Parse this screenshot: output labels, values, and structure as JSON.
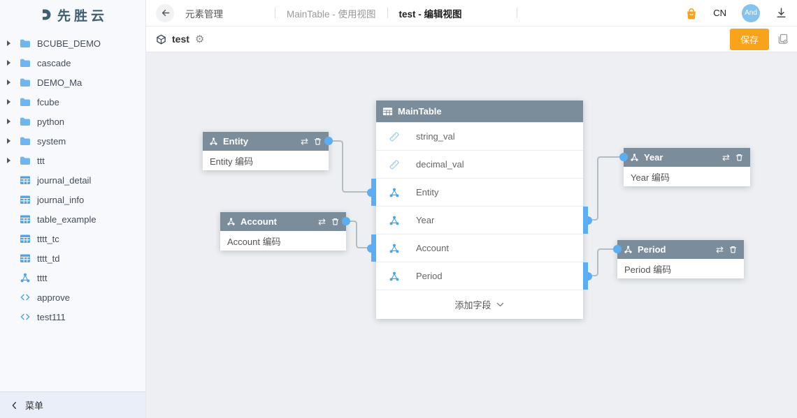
{
  "app": {
    "logo_text": "先胜云",
    "menu_collapse_label": "菜单"
  },
  "sidebar": {
    "items": [
      {
        "label": "BCUBE_DEMO",
        "icon": "folder-icon",
        "expandable": true
      },
      {
        "label": "cascade",
        "icon": "folder-icon",
        "expandable": true
      },
      {
        "label": "DEMO_Ma",
        "icon": "folder-icon",
        "expandable": true
      },
      {
        "label": "fcube",
        "icon": "folder-icon",
        "expandable": true
      },
      {
        "label": "python",
        "icon": "folder-icon",
        "expandable": true
      },
      {
        "label": "system",
        "icon": "folder-icon",
        "expandable": true
      },
      {
        "label": "ttt",
        "icon": "folder-icon",
        "expandable": true
      },
      {
        "label": "journal_detail",
        "icon": "table-icon",
        "expandable": false
      },
      {
        "label": "journal_info",
        "icon": "table-icon",
        "expandable": false
      },
      {
        "label": "table_example",
        "icon": "table-icon",
        "expandable": false
      },
      {
        "label": "tttt_tc",
        "icon": "table-icon",
        "expandable": false
      },
      {
        "label": "tttt_td",
        "icon": "table-icon",
        "expandable": false
      },
      {
        "label": "tttt",
        "icon": "dimension-icon",
        "expandable": false
      },
      {
        "label": "approve",
        "icon": "code-icon",
        "expandable": false
      },
      {
        "label": "test111",
        "icon": "code-icon",
        "expandable": false
      }
    ]
  },
  "topbar": {
    "page_title": "元素管理",
    "tabs": [
      {
        "label": "MainTable - 使用视图",
        "active": false
      },
      {
        "label": "test - 编辑视图",
        "active": true
      }
    ],
    "language": "CN",
    "avatar_text": "And"
  },
  "toolbar": {
    "view_name": "test",
    "save_label": "保存"
  },
  "canvas": {
    "main_table": {
      "title": "MainTable",
      "fields": [
        {
          "name": "string_val",
          "icon": "measure-icon",
          "port": null
        },
        {
          "name": "decimal_val",
          "icon": "measure-icon",
          "port": null
        },
        {
          "name": "Entity",
          "icon": "dimension-icon",
          "port": "left"
        },
        {
          "name": "Year",
          "icon": "dimension-icon",
          "port": "right"
        },
        {
          "name": "Account",
          "icon": "dimension-icon",
          "port": "left"
        },
        {
          "name": "Period",
          "icon": "dimension-icon",
          "port": "right"
        }
      ],
      "add_field_label": "添加字段"
    },
    "dimension_nodes": [
      {
        "title": "Entity",
        "field": "Entity 编码"
      },
      {
        "title": "Account",
        "field": "Account 编码"
      },
      {
        "title": "Year",
        "field": "Year 编码"
      },
      {
        "title": "Period",
        "field": "Period 编码"
      }
    ]
  },
  "colors": {
    "accent_blue": "#5caef2",
    "node_header_gray": "#7b8d9b",
    "save_orange": "#f9a21b",
    "edge_gray": "#b4bcc4",
    "logo_navy": "#3f5f73"
  }
}
